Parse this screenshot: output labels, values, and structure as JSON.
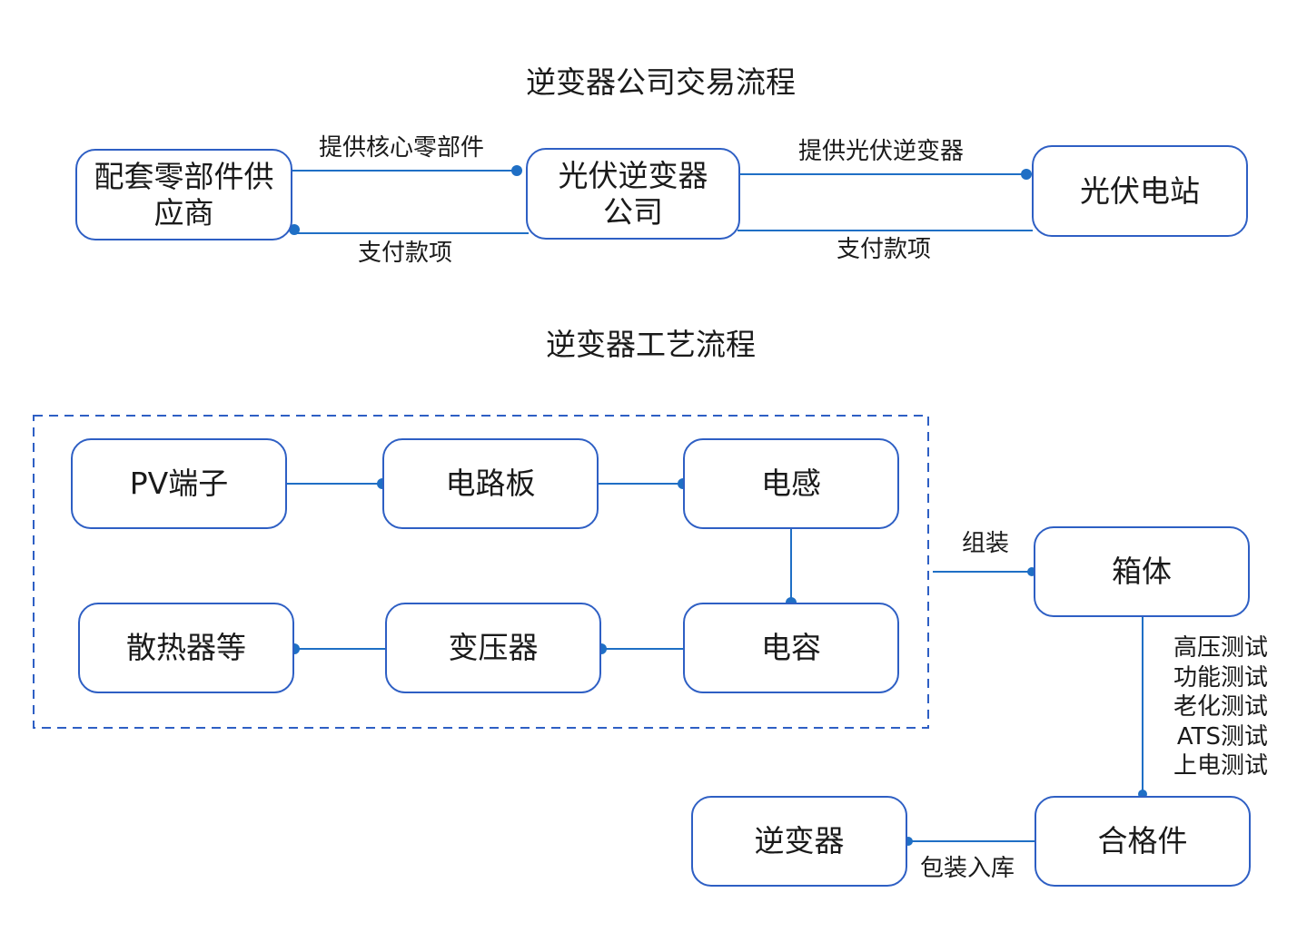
{
  "trade": {
    "title": "逆变器公司交易流程",
    "supplier": "配套零部件供\n应商",
    "company": "光伏逆变器\n公司",
    "station": "光伏电站",
    "supply_parts": "提供核心零部件",
    "pay_supplier": "支付款项",
    "supply_inverter": "提供光伏逆变器",
    "pay_company": "支付款项"
  },
  "process": {
    "title": "逆变器工艺流程",
    "pv_terminal": "PV端子",
    "circuit_board": "电路板",
    "inductor": "电感",
    "heatsink": "散热器等",
    "transformer": "变压器",
    "capacitor": "电容",
    "assemble": "组装",
    "cabinet": "箱体",
    "tests": [
      "高压测试",
      "功能测试",
      "老化测试",
      "ATS测试",
      "上电测试"
    ],
    "qualified": "合格件",
    "inverter": "逆变器",
    "pack": "包装入库"
  },
  "colors": {
    "border": "#2e5fc4",
    "line": "#1f6fc5",
    "dot": "#1f6fc5",
    "dashed": "#2e5fc4"
  }
}
